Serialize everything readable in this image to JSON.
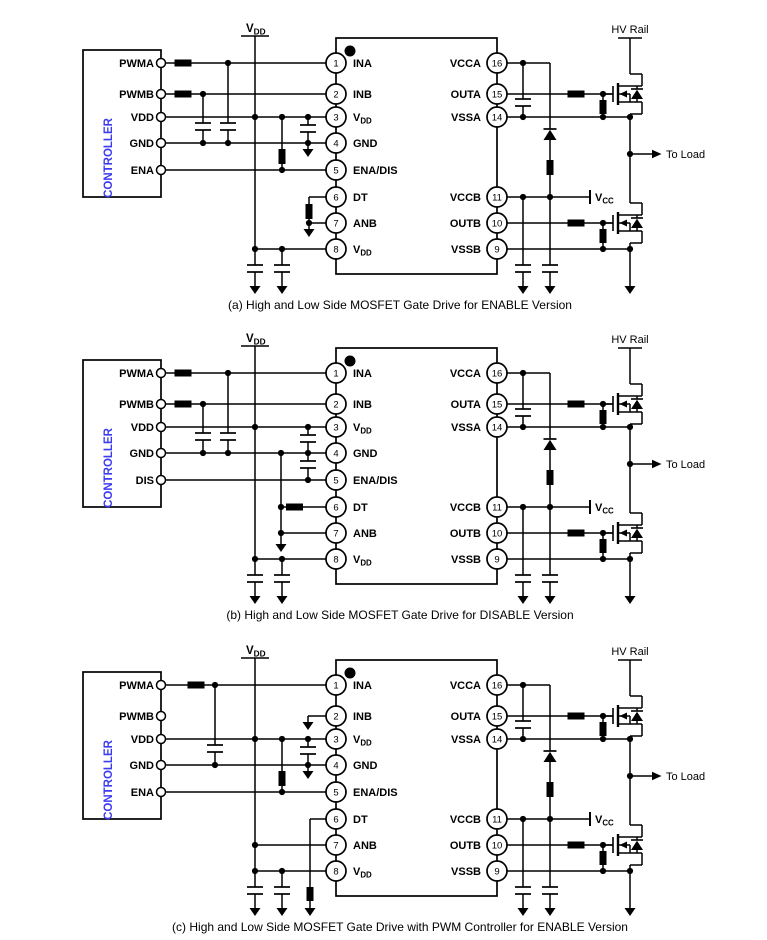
{
  "colors": {
    "ink": "#000000",
    "controller_text": "#3b3bf2",
    "background": "#ffffff"
  },
  "rails": {
    "vdd_base": "V",
    "vdd_sub": "DD",
    "hv_rail": "HV Rail",
    "vcc_base": "V",
    "vcc_sub": "CC",
    "to_load": "To Load"
  },
  "ic": {
    "left_pins": [
      {
        "num": "1",
        "label": "INA"
      },
      {
        "num": "2",
        "label": "INB"
      },
      {
        "num": "3",
        "label": "V",
        "sub": "DD"
      },
      {
        "num": "4",
        "label": "GND"
      },
      {
        "num": "5",
        "label": "ENA/DIS"
      },
      {
        "num": "6",
        "label": "DT"
      },
      {
        "num": "7",
        "label": "ANB"
      },
      {
        "num": "8",
        "label": "V",
        "sub": "DD"
      }
    ],
    "right_pins": [
      {
        "num": "16",
        "label": "VCCA"
      },
      {
        "num": "15",
        "label": "OUTA"
      },
      {
        "num": "14",
        "label": "VSSA"
      },
      {
        "num": "11",
        "label": "VCCB"
      },
      {
        "num": "10",
        "label": "OUTB"
      },
      {
        "num": "9",
        "label": "VSSB"
      }
    ]
  },
  "diagrams": [
    {
      "id": "a",
      "controller_label": "CONTROLLER",
      "controller_pins": [
        "PWMA",
        "PWMB",
        "VDD",
        "GND",
        "ENA"
      ],
      "caption": "(a) High and Low Side MOSFET Gate Drive for ENABLE Version"
    },
    {
      "id": "b",
      "controller_label": "CONTROLLER",
      "controller_pins": [
        "PWMA",
        "PWMB",
        "VDD",
        "GND",
        "DIS"
      ],
      "caption": "(b) High and Low Side MOSFET Gate Drive for DISABLE Version"
    },
    {
      "id": "c",
      "controller_label": "CONTROLLER",
      "controller_pins": [
        "PWMA",
        "PWMB",
        "VDD",
        "GND",
        "ENA"
      ],
      "caption": "(c) High and Low Side MOSFET Gate Drive with PWM Controller for ENABLE Version"
    }
  ]
}
